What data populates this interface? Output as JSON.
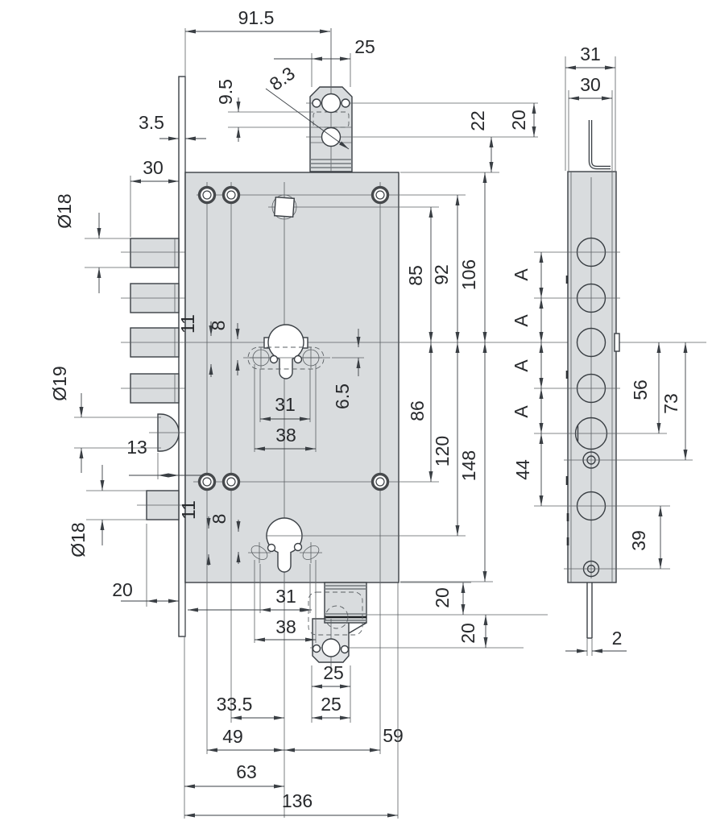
{
  "drawing_title": "mortise lock technical drawing",
  "labels": {
    "backset_91_5": "91.5",
    "top_plate_25": "25",
    "top_9_5": "9.5",
    "top_8_3": "8.3",
    "faceplate_3_5": "3.5",
    "top_22": "22",
    "top_20": "20",
    "side_31": "31",
    "side_30": "30",
    "left_30": "30",
    "dia18_top": "Ø18",
    "up_11": "11",
    "up_8": "8",
    "d85": "85",
    "d92": "92",
    "d106": "106",
    "cyl_31": "31",
    "cyl_38": "38",
    "d6_5": "6.5",
    "a1": "A",
    "a2": "A",
    "a3": "A",
    "a4": "A",
    "d44": "44",
    "d56": "56",
    "d73": "73",
    "dia19": "Ø19",
    "d13": "13",
    "d86": "86",
    "d120": "120",
    "d148": "148",
    "dia18_bot": "Ø18",
    "lo_11": "11",
    "lo_8": "8",
    "left_20": "20",
    "cyl2_31": "31",
    "cyl2_38": "38",
    "right_20a": "20",
    "right_20b": "20",
    "bot_25a": "25",
    "bot_25b": "25",
    "d33_5": "33.5",
    "d49": "49",
    "d59": "59",
    "d63": "63",
    "d136": "136",
    "d39": "39",
    "d2": "2"
  }
}
